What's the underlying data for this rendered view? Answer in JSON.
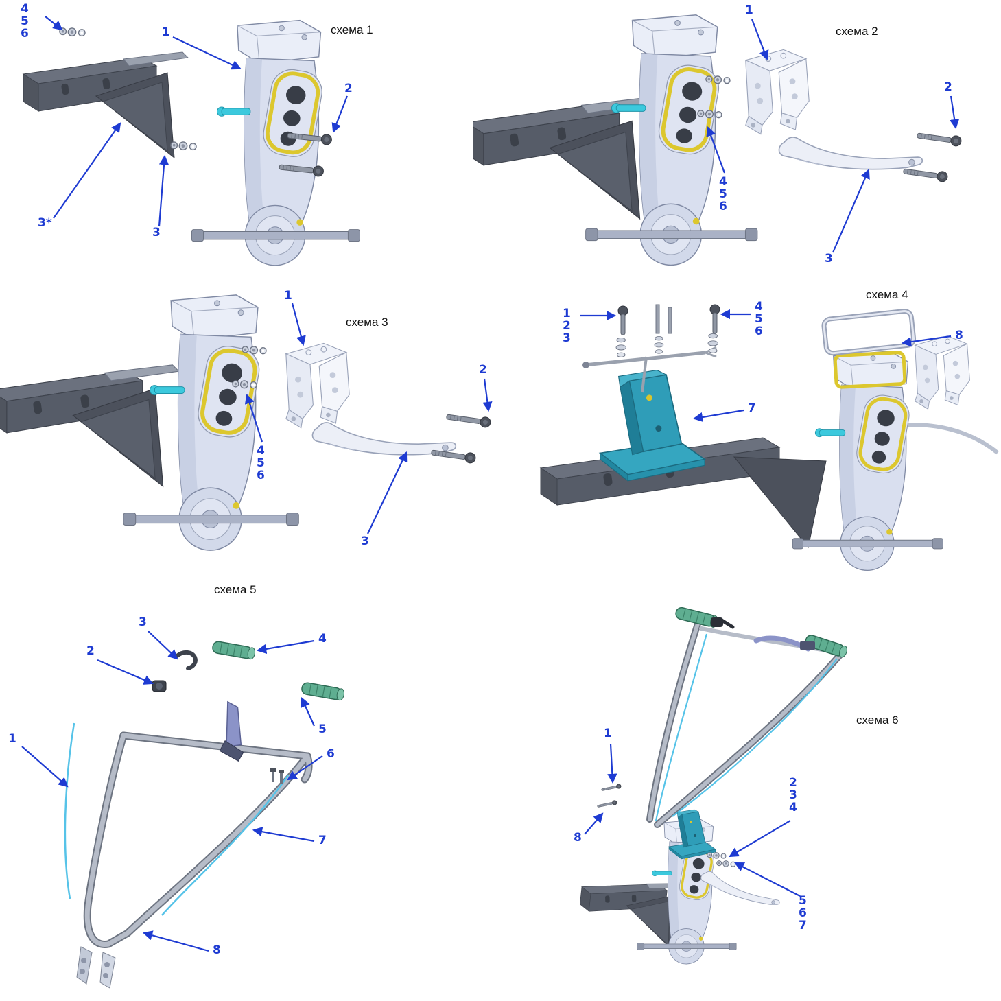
{
  "figure": {
    "language": "ru",
    "kind": "exploded-assembly-diagrams"
  },
  "colors": {
    "callout_blue": "#1e3bd2",
    "gasket_yellow": "#dcc72e",
    "pedestal_teal": "#2f9db8",
    "cable_blue": "#56c3e8",
    "grip_green": "#5fae91",
    "steel_light": "#d9dfef",
    "steel_dark": "#565c68"
  },
  "panels": [
    {
      "id": 1,
      "title": "схема 1",
      "callouts": [
        {
          "label": "4\n5\n6"
        },
        {
          "label": "1"
        },
        {
          "label": "2"
        },
        {
          "label": "3*"
        },
        {
          "label": "3"
        }
      ]
    },
    {
      "id": 2,
      "title": "схема 2",
      "callouts": [
        {
          "label": "1"
        },
        {
          "label": "2"
        },
        {
          "label": "4\n5\n6"
        },
        {
          "label": "3"
        }
      ]
    },
    {
      "id": 3,
      "title": "схема 3",
      "callouts": [
        {
          "label": "1"
        },
        {
          "label": "2"
        },
        {
          "label": "4\n5\n6"
        },
        {
          "label": "3"
        }
      ]
    },
    {
      "id": 4,
      "title": "схема 4",
      "callouts": [
        {
          "label": "1\n2\n3"
        },
        {
          "label": "4\n5\n6"
        },
        {
          "label": "8"
        },
        {
          "label": "7"
        }
      ]
    },
    {
      "id": 5,
      "title": "схема 5",
      "callouts": [
        {
          "label": "3"
        },
        {
          "label": "2"
        },
        {
          "label": "4"
        },
        {
          "label": "5"
        },
        {
          "label": "1"
        },
        {
          "label": "6"
        },
        {
          "label": "7"
        },
        {
          "label": "8"
        }
      ]
    },
    {
      "id": 6,
      "title": "схема 6",
      "callouts": [
        {
          "label": "1"
        },
        {
          "label": "2\n3\n4"
        },
        {
          "label": "8"
        },
        {
          "label": "5\n6\n7"
        }
      ]
    }
  ]
}
